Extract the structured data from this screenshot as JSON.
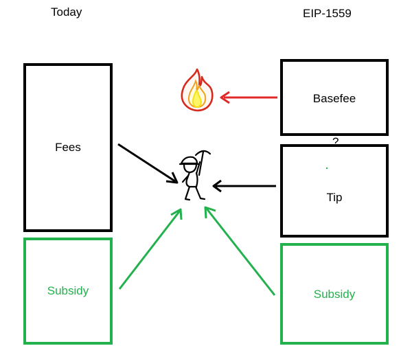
{
  "columns": {
    "left_title": "Today",
    "right_title": "EIP-1559"
  },
  "left": {
    "fees_label": "Fees",
    "subsidy_label": "Subsidy"
  },
  "right": {
    "basefee_label": "Basefee",
    "tip_label": "Tip",
    "subsidy_label": "Subsidy",
    "separator_mark": "?"
  },
  "icons": {
    "flame": "flame-icon",
    "miner": "miner-icon"
  },
  "colors": {
    "box_border": "#000000",
    "subsidy": "#22b14c",
    "burn_arrow": "#e02828",
    "flame_outer": "#d62a1e",
    "flame_inner": "#f7e11a"
  }
}
